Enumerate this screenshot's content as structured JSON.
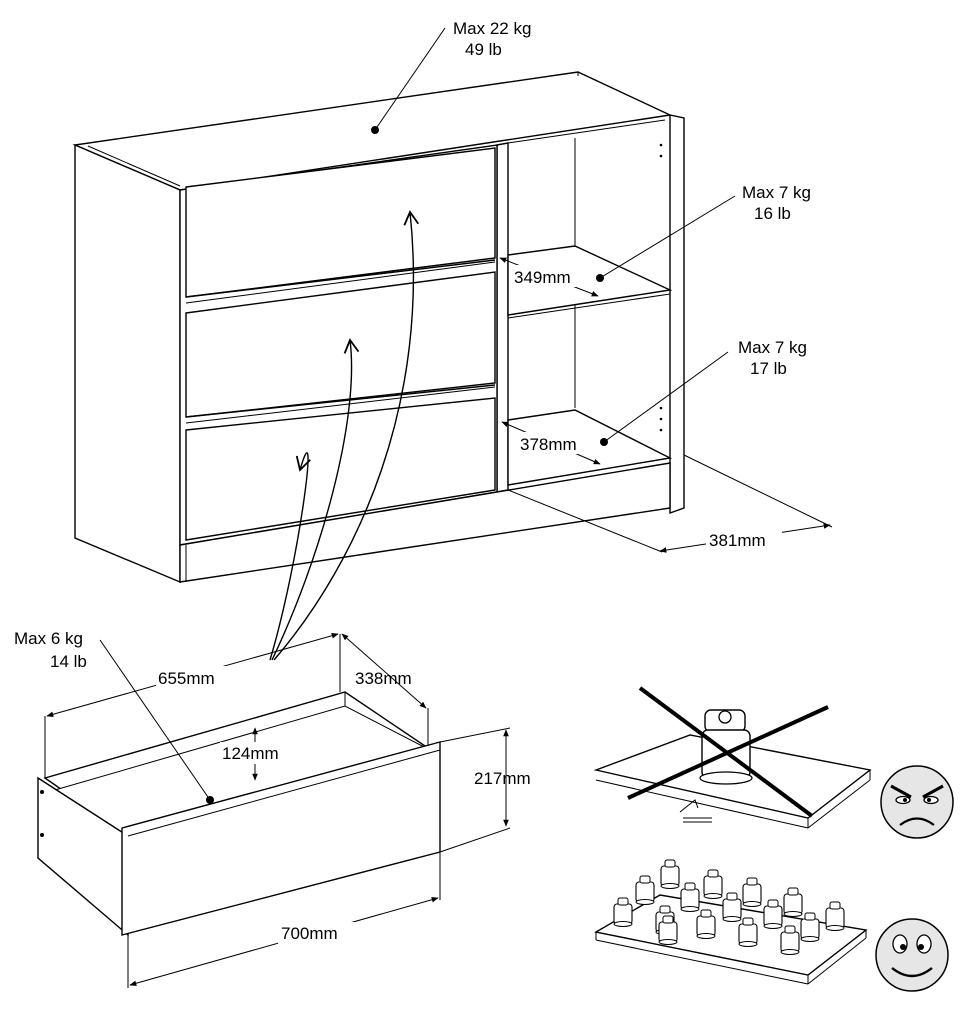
{
  "cabinet": {
    "top_load": {
      "kg": "Max 22 kg",
      "lb": "49 lb"
    },
    "upper_shelf": {
      "kg": "Max 7 kg",
      "lb": "16 lb",
      "depth": "349mm"
    },
    "lower_shelf": {
      "kg": "Max 7 kg",
      "lb": "17 lb",
      "depth": "378mm"
    },
    "depth": "381mm"
  },
  "drawer": {
    "load": {
      "kg": "Max 6 kg",
      "lb": "14 lb"
    },
    "inner_width": "655mm",
    "inner_depth": "338mm",
    "inner_height": "124mm",
    "front_height": "217mm",
    "front_width": "700mm"
  },
  "guidance": {
    "bad_icon": "angry-face-icon",
    "good_icon": "smiling-face-icon",
    "bad_load_icon": "single-heavy-weight-icon",
    "good_load_icon": "distributed-weights-icon"
  }
}
